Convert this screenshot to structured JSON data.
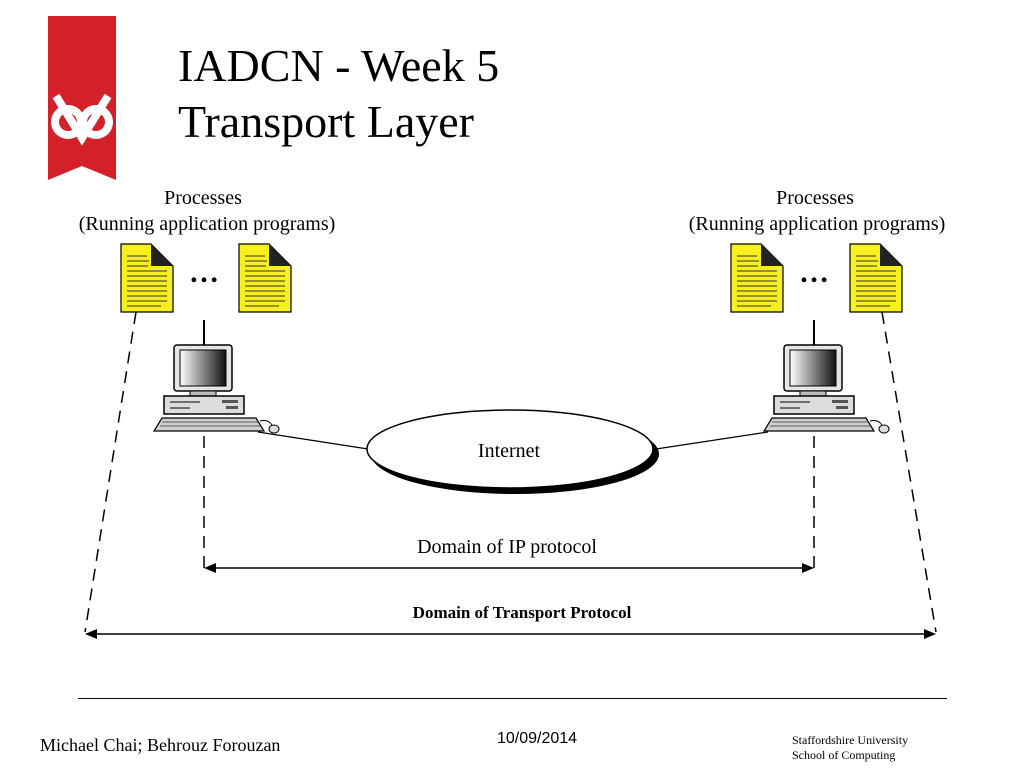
{
  "slide": {
    "title_line1": "IADCN - Week 5",
    "title_line2": "Transport Layer",
    "brand_colors": {
      "logo_red": "#d42028",
      "document_yellow": "#f7ef1e"
    }
  },
  "diagram": {
    "left_processes_title": "Processes",
    "left_processes_subtitle": "(Running application programs)",
    "right_processes_title": "Processes",
    "right_processes_subtitle": "(Running application programs)",
    "left_ellipsis": "…",
    "right_ellipsis": "…",
    "internet_label": "Internet",
    "ip_domain_label": "Domain of IP protocol",
    "transport_domain_label": "Domain of Transport Protocol",
    "icons": [
      "document-icon",
      "computer-icon",
      "cloud-ellipse",
      "double-arrow"
    ]
  },
  "footer": {
    "authors": "Michael Chai; Behrouz Forouzan",
    "date": "10/09/2014",
    "university": "Staffordshire University",
    "school": "School of Computing"
  }
}
